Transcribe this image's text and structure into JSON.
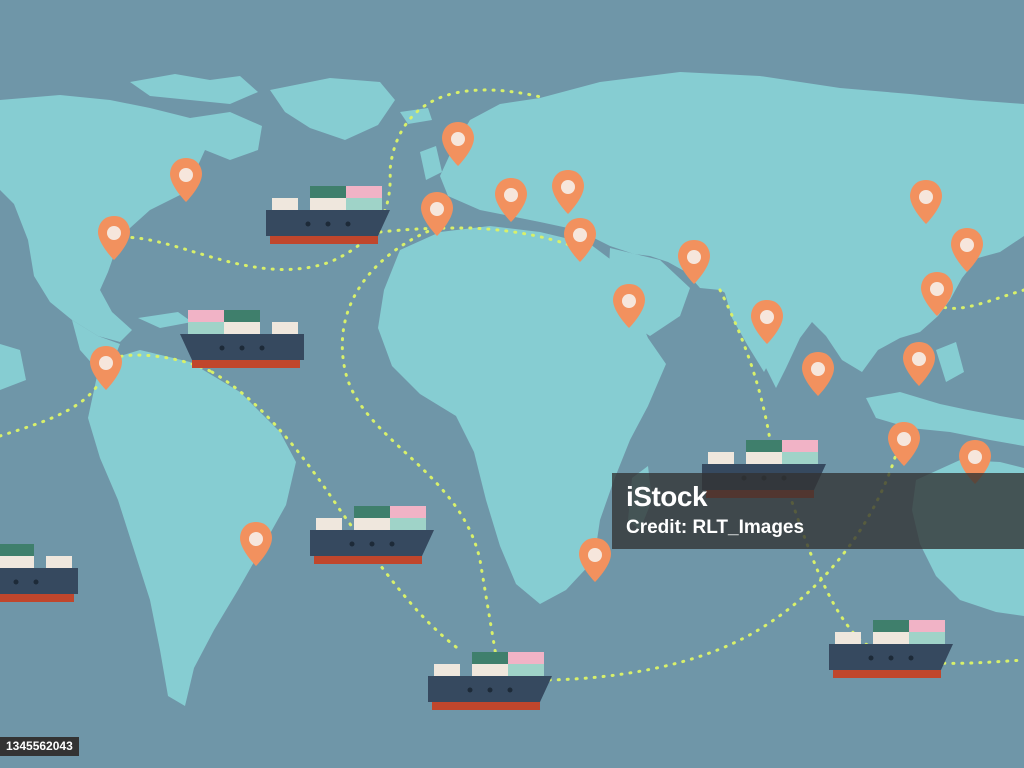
{
  "colors": {
    "ocean": "#6f96a8",
    "land": "#86cdd2",
    "route": "#d8f06a",
    "pin": "#f2915e",
    "pin_center": "#f6e6dc",
    "hull": "#36495f",
    "hull_bottom": "#c0462c",
    "container_pink": "#f1b3c6",
    "container_green": "#3f7f6c",
    "container_mint": "#9fd3c8",
    "container_cream": "#efe7dd"
  },
  "watermark": {
    "logo": "iStock",
    "credit": "Credit: RLT_Images"
  },
  "image_id": "1345562043",
  "legend_icons": [
    "location-pin-icon",
    "container-ship-icon"
  ]
}
